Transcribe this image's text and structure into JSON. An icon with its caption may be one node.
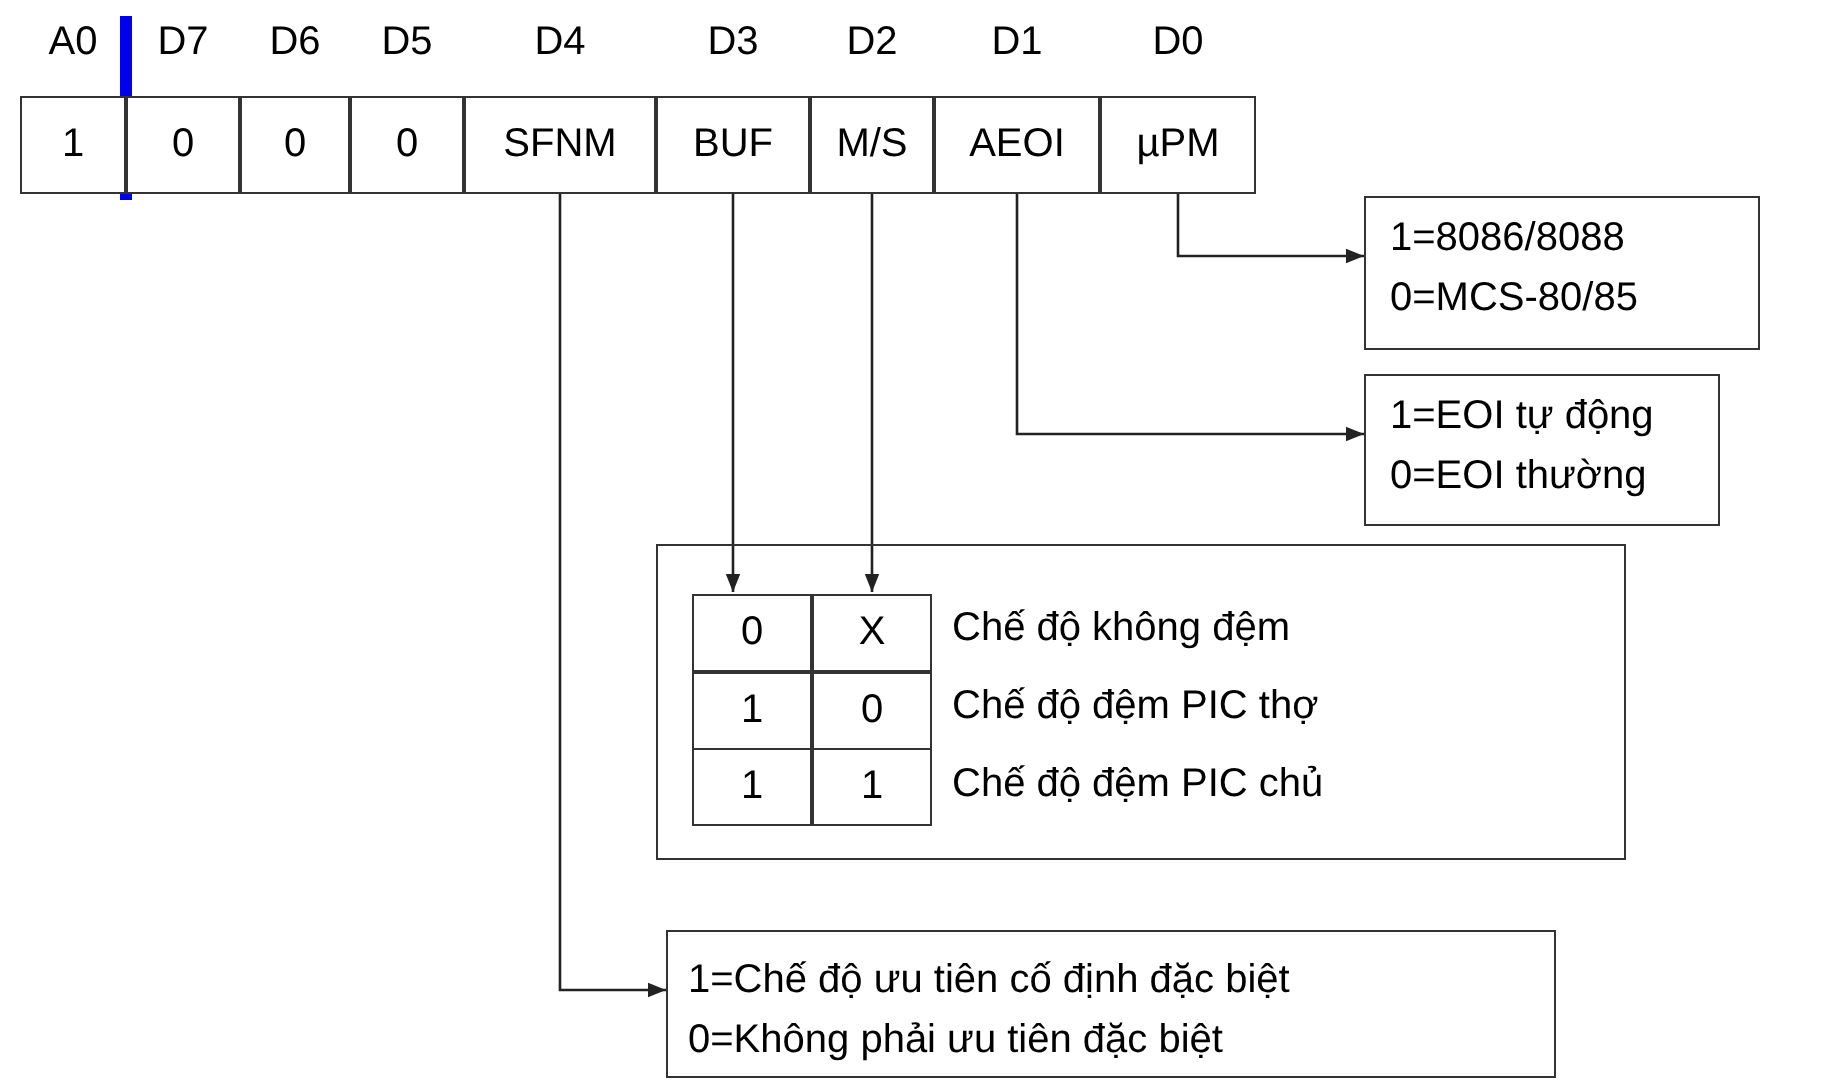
{
  "diagram": {
    "nodes": [
      {
        "text": [
          "1"
        ],
        "beside": [
          "A0"
        ]
      },
      {
        "text": [
          "0"
        ],
        "beside": [
          "D7"
        ]
      },
      {
        "text": [
          "0"
        ],
        "beside": [
          "D6"
        ]
      },
      {
        "text": [
          "0"
        ],
        "beside": [
          "D5"
        ]
      },
      {
        "text": [
          "SFNM"
        ],
        "beside": [
          "D4"
        ]
      },
      {
        "text": [
          "BUF"
        ],
        "beside": [
          "D3"
        ]
      },
      {
        "text": [
          "M/S"
        ],
        "beside": [
          "D2"
        ]
      },
      {
        "text": [
          "AEOI"
        ],
        "beside": [
          "D1"
        ]
      },
      {
        "text": [
          "µPM"
        ],
        "beside": [
          "D0"
        ]
      },
      {
        "text": [
          "1=8086/8088",
          "0=MCS-80/85"
        ]
      },
      {
        "text": [
          "1=EOI tự động",
          "0=EOI thường"
        ]
      },
      {
        "text": [
          "Chế độ không đệm",
          "Chế độ đệm PIC thợ",
          "Chế độ đệm PIC chủ"
        ]
      },
      {
        "text": [
          "0"
        ],
        "in": 11
      },
      {
        "text": [
          "X"
        ],
        "in": 11
      },
      {
        "text": [
          "1"
        ],
        "in": 11
      },
      {
        "text": [
          "0"
        ],
        "in": 11
      },
      {
        "text": [
          "1"
        ],
        "in": 11
      },
      {
        "text": [
          "1"
        ],
        "in": 11
      },
      {
        "text": [
          "1=Chế độ ưu tiên cố định đặc biệt",
          "0=Không phải ưu tiên đặc biệt"
        ]
      }
    ],
    "edges": [
      {
        "from": 8,
        "to": 9,
        "arrow": "to"
      },
      {
        "from": 7,
        "to": 10,
        "arrow": "to"
      },
      {
        "from": 5,
        "to": 12,
        "arrow": "to"
      },
      {
        "from": 6,
        "to": 13,
        "arrow": "to"
      },
      {
        "from": 4,
        "to": 18,
        "arrow": "to"
      }
    ]
  }
}
